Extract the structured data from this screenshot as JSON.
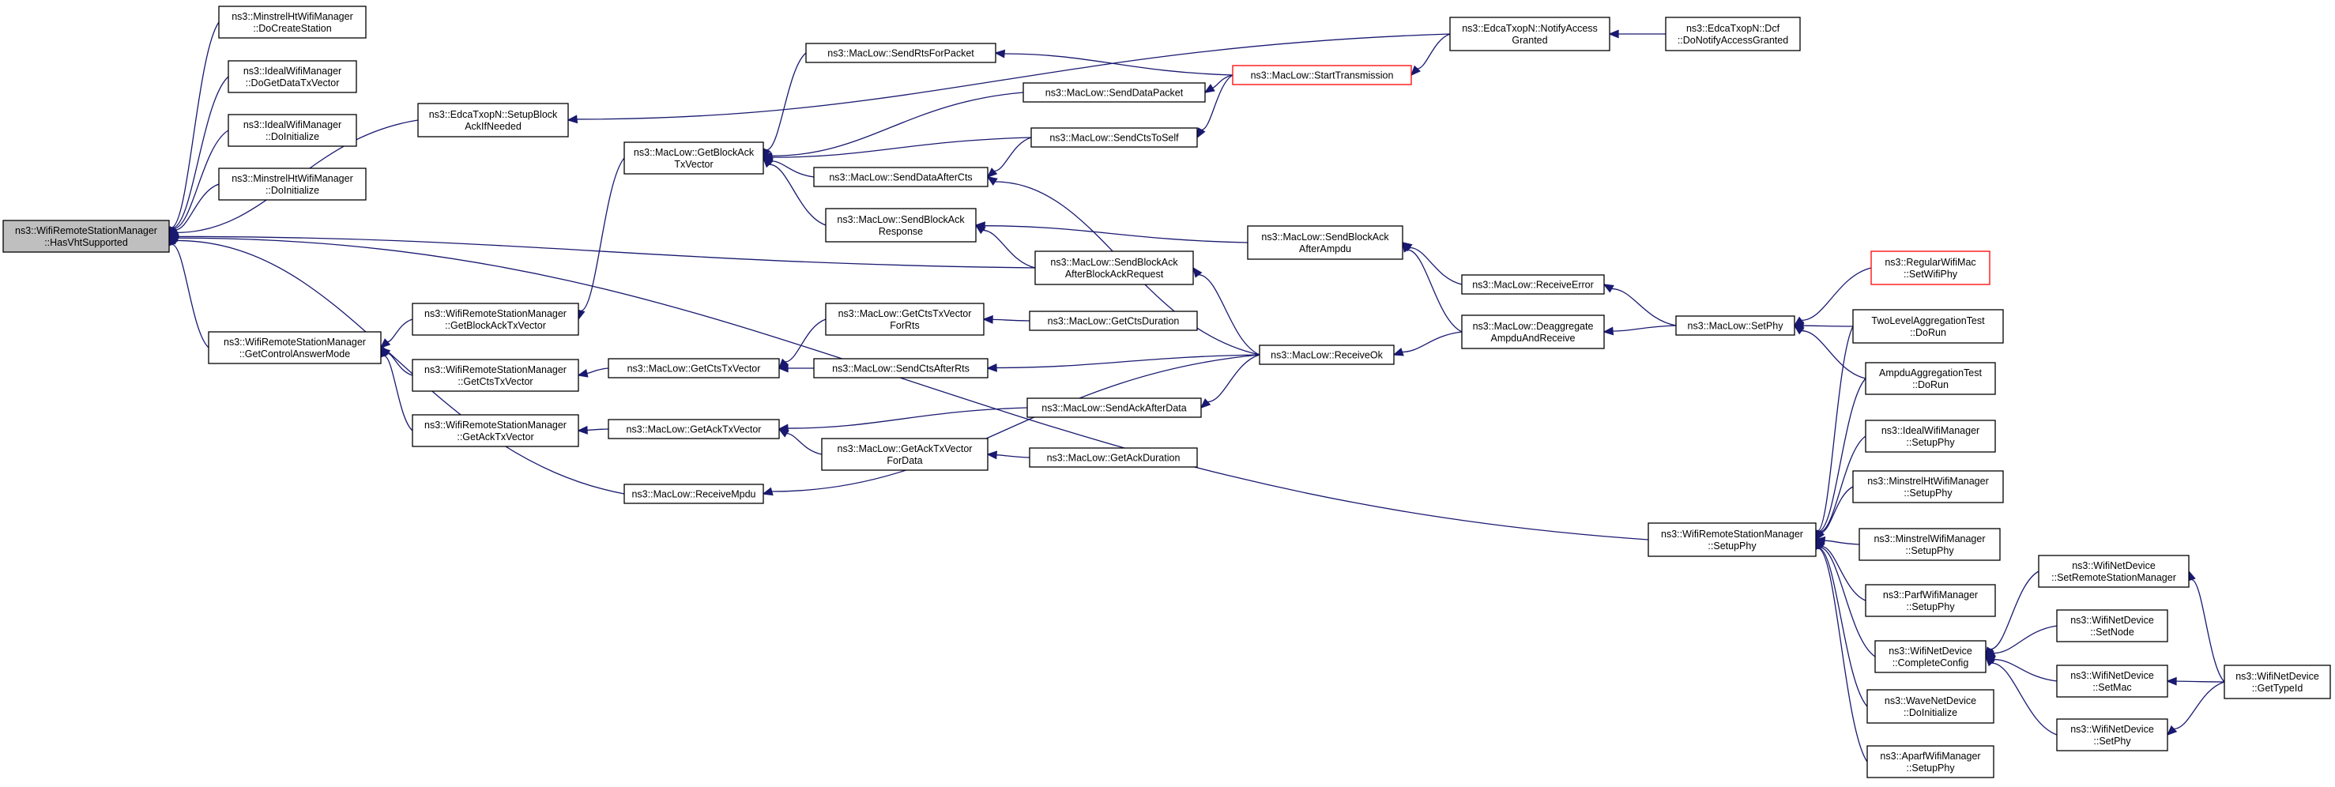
{
  "diagram": {
    "nodes": [
      {
        "id": "root",
        "lines": [
          "ns3::WifiRemoteStationManager",
          "::HasVhtSupported"
        ],
        "style": "root"
      },
      {
        "id": "mht_docreate",
        "lines": [
          "ns3::MinstrelHtWifiManager",
          "::DoCreateStation"
        ]
      },
      {
        "id": "ideal_dogetdata",
        "lines": [
          "ns3::IdealWifiManager",
          "::DoGetDataTxVector"
        ]
      },
      {
        "id": "ideal_doinit",
        "lines": [
          "ns3::IdealWifiManager",
          "::DoInitialize"
        ]
      },
      {
        "id": "mht_doinit",
        "lines": [
          "ns3::MinstrelHtWifiManager",
          "::DoInitialize"
        ]
      },
      {
        "id": "edca_setupblock",
        "lines": [
          "ns3::EdcaTxopN::SetupBlock",
          "AckIfNeeded"
        ]
      },
      {
        "id": "wrsm_getcontrol",
        "lines": [
          "ns3::WifiRemoteStationManager",
          "::GetControlAnswerMode"
        ]
      },
      {
        "id": "wrsm_getblockack",
        "lines": [
          "ns3::WifiRemoteStationManager",
          "::GetBlockAckTxVector"
        ]
      },
      {
        "id": "wrsm_getcts",
        "lines": [
          "ns3::WifiRemoteStationManager",
          "::GetCtsTxVector"
        ]
      },
      {
        "id": "wrsm_getack",
        "lines": [
          "ns3::WifiRemoteStationManager",
          "::GetAckTxVector"
        ]
      },
      {
        "id": "ml_getblockack",
        "lines": [
          "ns3::MacLow::GetBlockAck",
          "TxVector"
        ]
      },
      {
        "id": "ml_getcts",
        "lines": [
          "ns3::MacLow::GetCtsTxVector"
        ]
      },
      {
        "id": "ml_getack",
        "lines": [
          "ns3::MacLow::GetAckTxVector"
        ]
      },
      {
        "id": "ml_receivempdu",
        "lines": [
          "ns3::MacLow::ReceiveMpdu"
        ]
      },
      {
        "id": "ml_sendrts",
        "lines": [
          "ns3::MacLow::SendRtsForPacket"
        ]
      },
      {
        "id": "ml_senddataafter",
        "lines": [
          "ns3::MacLow::SendDataAfterCts"
        ]
      },
      {
        "id": "ml_sendblockackresp",
        "lines": [
          "ns3::MacLow::SendBlockAck",
          "Response"
        ]
      },
      {
        "id": "ml_getctsforrts",
        "lines": [
          "ns3::MacLow::GetCtsTxVector",
          "ForRts"
        ]
      },
      {
        "id": "ml_sendctsafterrts",
        "lines": [
          "ns3::MacLow::SendCtsAfterRts"
        ]
      },
      {
        "id": "ml_getackfordata",
        "lines": [
          "ns3::MacLow::GetAckTxVector",
          "ForData"
        ]
      },
      {
        "id": "ml_senddatapacket",
        "lines": [
          "ns3::MacLow::SendDataPacket"
        ]
      },
      {
        "id": "ml_sendctstoself",
        "lines": [
          "ns3::MacLow::SendCtsToSelf"
        ]
      },
      {
        "id": "ml_sendblockackafterreq",
        "lines": [
          "ns3::MacLow::SendBlockAck",
          "AfterBlockAckRequest"
        ]
      },
      {
        "id": "ml_getctsduration",
        "lines": [
          "ns3::MacLow::GetCtsDuration"
        ]
      },
      {
        "id": "ml_sendackafterdata",
        "lines": [
          "ns3::MacLow::SendAckAfterData"
        ]
      },
      {
        "id": "ml_getackduration",
        "lines": [
          "ns3::MacLow::GetAckDuration"
        ]
      },
      {
        "id": "ml_starttx",
        "lines": [
          "ns3::MacLow::StartTransmission"
        ],
        "style": "red"
      },
      {
        "id": "ml_sendblockackafterampdu",
        "lines": [
          "ns3::MacLow::SendBlockAck",
          "AfterAmpdu"
        ]
      },
      {
        "id": "ml_receiveok",
        "lines": [
          "ns3::MacLow::ReceiveOk"
        ]
      },
      {
        "id": "edca_notify",
        "lines": [
          "ns3::EdcaTxopN::NotifyAccess",
          "Granted"
        ]
      },
      {
        "id": "edca_dcf",
        "lines": [
          "ns3::EdcaTxopN::Dcf",
          "::DoNotifyAccessGranted"
        ]
      },
      {
        "id": "ml_receiveerror",
        "lines": [
          "ns3::MacLow::ReceiveError"
        ]
      },
      {
        "id": "ml_deaggregate",
        "lines": [
          "ns3::MacLow::Deaggregate",
          "AmpduAndReceive"
        ]
      },
      {
        "id": "wrsm_setupphy",
        "lines": [
          "ns3::WifiRemoteStationManager",
          "::SetupPhy"
        ]
      },
      {
        "id": "ml_setphy",
        "lines": [
          "ns3::MacLow::SetPhy"
        ]
      },
      {
        "id": "regular_setwifiphy",
        "lines": [
          "ns3::RegularWifiMac",
          "::SetWifiPhy"
        ],
        "style": "red"
      },
      {
        "id": "twolevel_dorun",
        "lines": [
          "TwoLevelAggregationTest",
          "::DoRun"
        ]
      },
      {
        "id": "ampdu_dorun",
        "lines": [
          "AmpduAggregationTest",
          "::DoRun"
        ]
      },
      {
        "id": "ideal_setupphy",
        "lines": [
          "ns3::IdealWifiManager",
          "::SetupPhy"
        ]
      },
      {
        "id": "mht_setupphy",
        "lines": [
          "ns3::MinstrelHtWifiManager",
          "::SetupPhy"
        ]
      },
      {
        "id": "minstrel_setupphy",
        "lines": [
          "ns3::MinstrelWifiManager",
          "::SetupPhy"
        ]
      },
      {
        "id": "parf_setupphy",
        "lines": [
          "ns3::ParfWifiManager",
          "::SetupPhy"
        ]
      },
      {
        "id": "wnd_completeconfig",
        "lines": [
          "ns3::WifiNetDevice",
          "::CompleteConfig"
        ]
      },
      {
        "id": "wave_doinit",
        "lines": [
          "ns3::WaveNetDevice",
          "::DoInitialize"
        ]
      },
      {
        "id": "aparf_setupphy",
        "lines": [
          "ns3::AparfWifiManager",
          "::SetupPhy"
        ]
      },
      {
        "id": "wnd_setremote",
        "lines": [
          "ns3::WifiNetDevice",
          "::SetRemoteStationManager"
        ]
      },
      {
        "id": "wnd_setnode",
        "lines": [
          "ns3::WifiNetDevice",
          "::SetNode"
        ]
      },
      {
        "id": "wnd_setmac",
        "lines": [
          "ns3::WifiNetDevice",
          "::SetMac"
        ]
      },
      {
        "id": "wnd_setphy",
        "lines": [
          "ns3::WifiNetDevice",
          "::SetPhy"
        ]
      },
      {
        "id": "wnd_gettypeid",
        "lines": [
          "ns3::WifiNetDevice",
          "::GetTypeId"
        ]
      }
    ],
    "edges": [
      [
        "mht_docreate",
        "root"
      ],
      [
        "ideal_dogetdata",
        "root"
      ],
      [
        "ideal_doinit",
        "root"
      ],
      [
        "mht_doinit",
        "root"
      ],
      [
        "edca_setupblock",
        "root"
      ],
      [
        "wrsm_getcontrol",
        "root"
      ],
      [
        "ml_sendblockackafterreq",
        "root"
      ],
      [
        "ml_receivempdu",
        "root"
      ],
      [
        "wrsm_setupphy",
        "root"
      ],
      [
        "wrsm_getblockack",
        "wrsm_getcontrol"
      ],
      [
        "wrsm_getcts",
        "wrsm_getcontrol"
      ],
      [
        "wrsm_getack",
        "wrsm_getcontrol"
      ],
      [
        "ml_getblockack",
        "wrsm_getblockack"
      ],
      [
        "ml_getcts",
        "wrsm_getcts"
      ],
      [
        "ml_getack",
        "wrsm_getack"
      ],
      [
        "ml_sendrts",
        "ml_getblockack"
      ],
      [
        "ml_senddatapacket",
        "ml_getblockack"
      ],
      [
        "ml_sendctstoself",
        "ml_getblockack"
      ],
      [
        "ml_senddataafter",
        "ml_getblockack"
      ],
      [
        "ml_sendblockackresp",
        "ml_getblockack"
      ],
      [
        "ml_getctsforrts",
        "ml_getcts"
      ],
      [
        "ml_sendctsafterrts",
        "ml_getcts"
      ],
      [
        "ml_sendackafterdata",
        "ml_getack"
      ],
      [
        "ml_getackfordata",
        "ml_getack"
      ],
      [
        "ml_sendctstoself",
        "ml_senddataafter"
      ],
      [
        "ml_sendblockackafterreq",
        "ml_sendblockackresp"
      ],
      [
        "ml_sendblockackafterampdu",
        "ml_sendblockackresp"
      ],
      [
        "ml_getctsduration",
        "ml_getctsforrts"
      ],
      [
        "ml_getackduration",
        "ml_getackfordata"
      ],
      [
        "ml_starttx",
        "ml_sendrts"
      ],
      [
        "ml_starttx",
        "ml_senddatapacket"
      ],
      [
        "ml_starttx",
        "ml_sendctstoself"
      ],
      [
        "ml_receiveok",
        "ml_sendblockackafterreq"
      ],
      [
        "ml_receiveok",
        "ml_senddataafter"
      ],
      [
        "ml_receiveok",
        "ml_sendctsafterrts"
      ],
      [
        "ml_receiveok",
        "ml_sendackafterdata"
      ],
      [
        "ml_receiveok",
        "ml_receivempdu"
      ],
      [
        "edca_notify",
        "ml_starttx"
      ],
      [
        "edca_notify",
        "edca_setupblock"
      ],
      [
        "edca_dcf",
        "edca_notify"
      ],
      [
        "ml_receiveerror",
        "ml_sendblockackafterampdu"
      ],
      [
        "ml_deaggregate",
        "ml_sendblockackafterampdu"
      ],
      [
        "ml_deaggregate",
        "ml_receiveok"
      ],
      [
        "ml_setphy",
        "ml_receiveerror"
      ],
      [
        "ml_setphy",
        "ml_deaggregate"
      ],
      [
        "regular_setwifiphy",
        "ml_setphy"
      ],
      [
        "twolevel_dorun",
        "ml_setphy"
      ],
      [
        "ampdu_dorun",
        "ml_setphy"
      ],
      [
        "twolevel_dorun",
        "wrsm_setupphy"
      ],
      [
        "ampdu_dorun",
        "wrsm_setupphy"
      ],
      [
        "ideal_setupphy",
        "wrsm_setupphy"
      ],
      [
        "mht_setupphy",
        "wrsm_setupphy"
      ],
      [
        "minstrel_setupphy",
        "wrsm_setupphy"
      ],
      [
        "parf_setupphy",
        "wrsm_setupphy"
      ],
      [
        "wnd_completeconfig",
        "wrsm_setupphy"
      ],
      [
        "wave_doinit",
        "wrsm_setupphy"
      ],
      [
        "aparf_setupphy",
        "wrsm_setupphy"
      ],
      [
        "wnd_setremote",
        "wnd_completeconfig"
      ],
      [
        "wnd_setnode",
        "wnd_completeconfig"
      ],
      [
        "wnd_setmac",
        "wnd_completeconfig"
      ],
      [
        "wnd_setphy",
        "wnd_completeconfig"
      ],
      [
        "wnd_gettypeid",
        "wnd_setremote"
      ],
      [
        "wnd_gettypeid",
        "wnd_setmac"
      ],
      [
        "wnd_gettypeid",
        "wnd_setphy"
      ]
    ]
  }
}
